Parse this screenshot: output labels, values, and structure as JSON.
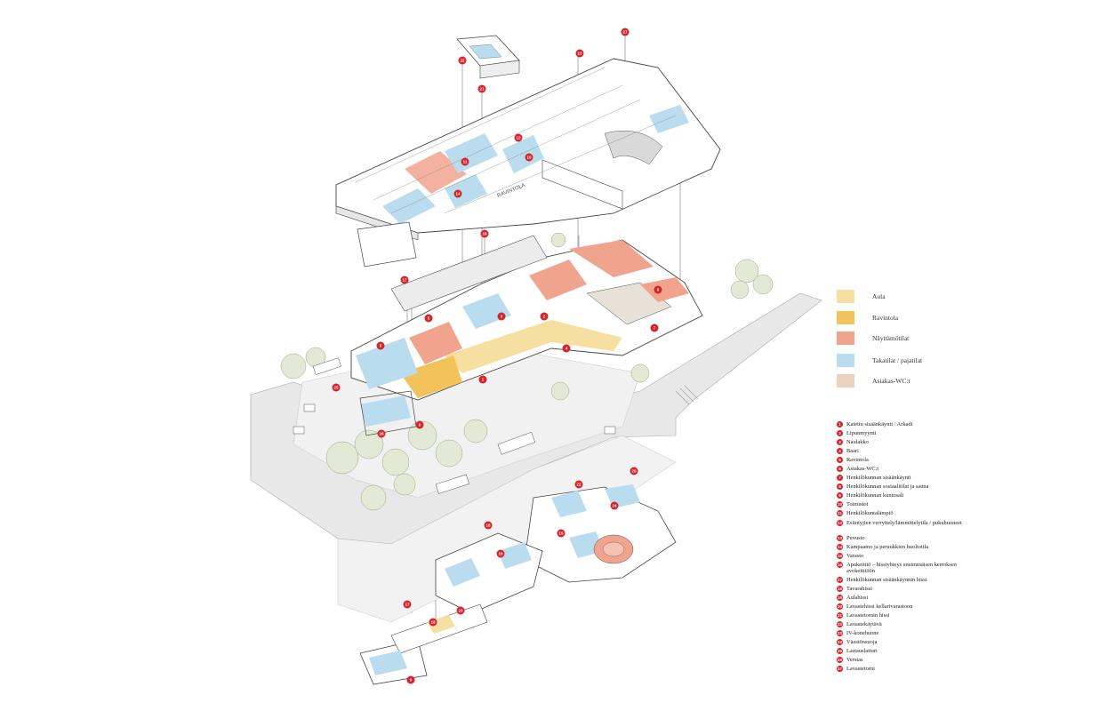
{
  "colors": {
    "aula": "#f6dfa0",
    "ravintola": "#f2c35a",
    "nayttamotilat": "#f0a48e",
    "takatilat": "#b9dcee",
    "asiakas_wc": "#ecd2bc",
    "marker": "#d8232a",
    "line": "#555555",
    "street": "#e8e8e8",
    "tree": "#e4e9d6"
  },
  "legend": [
    {
      "label": "Aula",
      "color_key": "aula"
    },
    {
      "label": "Ravintola",
      "color_key": "ravintola"
    },
    {
      "label": "Näyttämötilat",
      "color_key": "nayttamotilat"
    },
    {
      "label": "Takatilat / pajatilat",
      "color_key": "takatilat"
    },
    {
      "label": "Asiakas-WC:t",
      "color_key": "asiakas_wc"
    }
  ],
  "key": [
    {
      "num": "1",
      "label": "Katettu sisäänkäynti / Arkadi"
    },
    {
      "num": "2",
      "label": "Lipunmyynti"
    },
    {
      "num": "3",
      "label": "Naulakko"
    },
    {
      "num": "4",
      "label": "Baari"
    },
    {
      "num": "5",
      "label": "Ravintola"
    },
    {
      "num": "6",
      "label": "Asiakas-WC:t"
    },
    {
      "num": "7",
      "label": "Henkilökunnan sisäänkäynti"
    },
    {
      "num": "8",
      "label": "Henkilökunnan sosiaalitilat ja sauna"
    },
    {
      "num": "9",
      "label": "Henkilökunnan kuntosali"
    },
    {
      "num": "10",
      "label": "Toimistot"
    },
    {
      "num": "11",
      "label": "Henkilökuntalämpiö"
    },
    {
      "num": "12",
      "label": "Esiintyjien verryttely/lämmittelytila / pukuhuoneet"
    },
    {
      "num": "13",
      "label": "Puvusto"
    },
    {
      "num": "14",
      "label": "Kampaamo ja peruukkien huoltotila"
    },
    {
      "num": "15",
      "label": "Varasto"
    },
    {
      "num": "16",
      "label": "Apukeittiö – hissiyhteys ensimmäisen kerroksen avokeittiöön"
    },
    {
      "num": "17",
      "label": "Henkilökunnan sisäänkäynnin hissi"
    },
    {
      "num": "18",
      "label": "Tavarahissi"
    },
    {
      "num": "19",
      "label": "Aulahissi"
    },
    {
      "num": "20",
      "label": "Lavastehissi kellarivarastoon"
    },
    {
      "num": "21",
      "label": "Lavastetornin hissi"
    },
    {
      "num": "22",
      "label": "Lavastekäytävä"
    },
    {
      "num": "23",
      "label": "IV-konehuone"
    },
    {
      "num": "24",
      "label": "Väestönsuoja"
    },
    {
      "num": "25",
      "label": "Lastauslaituri"
    },
    {
      "num": "26",
      "label": "Verstas"
    },
    {
      "num": "27",
      "label": "Lavastetorni"
    }
  ],
  "building_sign": "RAVINTOLA",
  "markers": {
    "upper": [
      {
        "num": "21"
      },
      {
        "num": "22"
      },
      {
        "num": "27"
      },
      {
        "num": "13"
      },
      {
        "num": "12"
      },
      {
        "num": "11"
      },
      {
        "num": "10"
      },
      {
        "num": "14"
      }
    ],
    "ground": [
      {
        "num": "17"
      },
      {
        "num": "19"
      },
      {
        "num": "2"
      },
      {
        "num": "5"
      },
      {
        "num": "8"
      },
      {
        "num": "4"
      },
      {
        "num": "1"
      },
      {
        "num": "3"
      },
      {
        "num": "6"
      },
      {
        "num": "7"
      },
      {
        "num": "9"
      },
      {
        "num": "25"
      },
      {
        "num": "26"
      }
    ],
    "basement": [
      {
        "num": "20"
      },
      {
        "num": "22"
      },
      {
        "num": "24"
      },
      {
        "num": "18"
      },
      {
        "num": "15"
      },
      {
        "num": "16"
      },
      {
        "num": "23"
      },
      {
        "num": "17"
      },
      {
        "num": "18"
      },
      {
        "num": "9"
      }
    ]
  }
}
